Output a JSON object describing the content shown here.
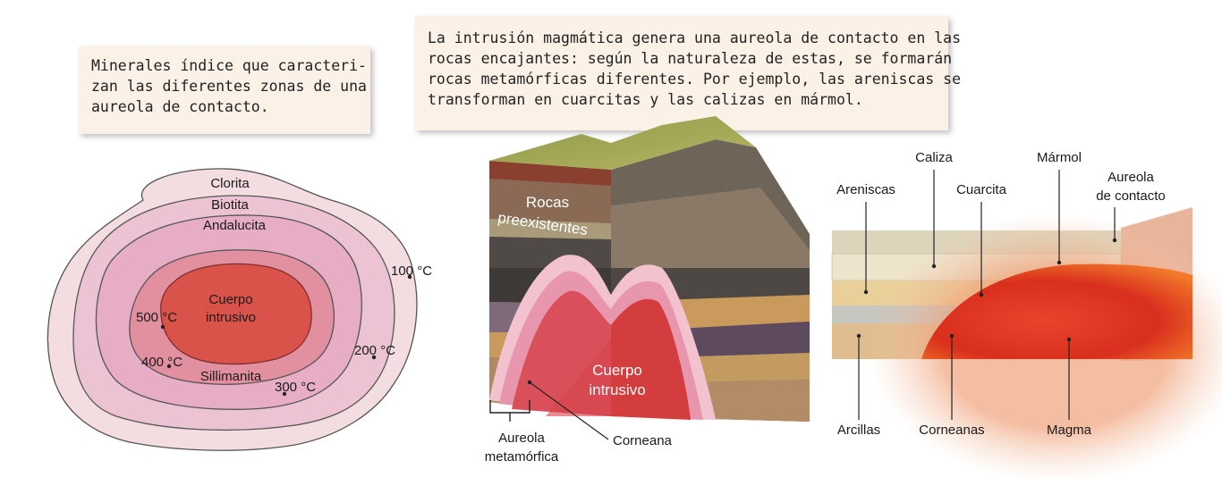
{
  "left_note": {
    "lines": [
      "Minerales índice que caracteri-",
      "zan las diferentes zonas de una",
      "aureola de contacto."
    ]
  },
  "top_note": {
    "lines": [
      "La intrusión magmática genera una aureola de contacto en las",
      "rocas encajantes: según la naturaleza de estas, se formarán",
      "rocas metamórficas diferentes. Por ejemplo, las areniscas se",
      "transforman en cuarcitas y las calizas en mármol."
    ]
  },
  "zones_diagram": {
    "zone_labels": {
      "clorita": "Clorita",
      "biotita": "Biotita",
      "andalucita": "Andalucita",
      "sillimanita": "Sillimanita",
      "center_line1": "Cuerpo",
      "center_line2": "intrusivo"
    },
    "temperatures": {
      "t100": "100 °C",
      "t200": "200 °C",
      "t300": "300 °C",
      "t400": "400 °C",
      "t500": "500 °C"
    }
  },
  "block_diagram": {
    "rocks_line1": "Rocas",
    "rocks_line2": "preexistentes",
    "body_line1": "Cuerpo",
    "body_line2": "intrusivo",
    "aureola_line1": "Aureola",
    "aureola_line2": "metamórfica",
    "corneana": "Corneana"
  },
  "section_diagram": {
    "caliza": "Caliza",
    "marmol": "Mármol",
    "areniscas": "Areniscas",
    "cuarcita": "Cuarcita",
    "aureola_line1": "Aureola",
    "aureola_line2": "de contacto",
    "arcillas": "Arcillas",
    "corneanas": "Corneanas",
    "magma": "Magma"
  }
}
